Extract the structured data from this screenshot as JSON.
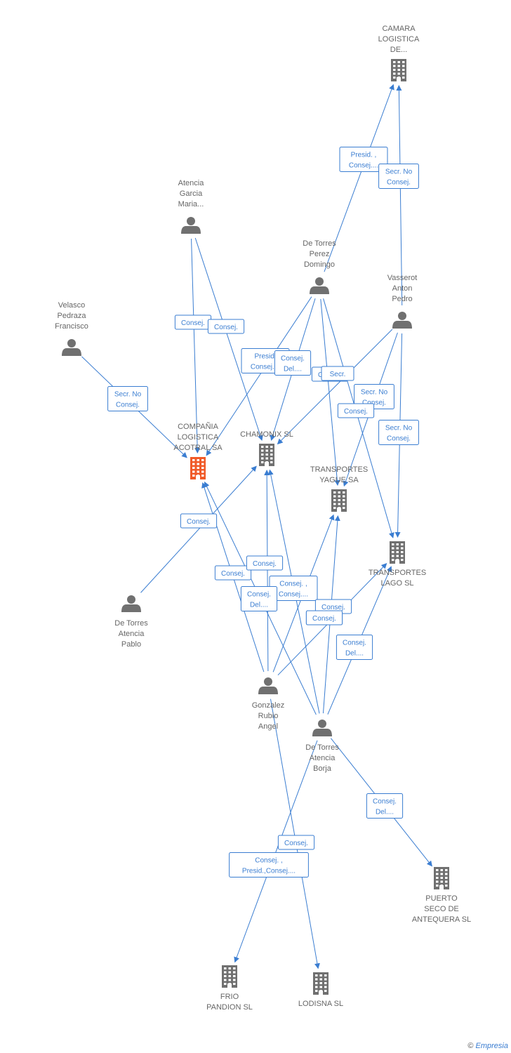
{
  "colors": {
    "edge": "#3a7dd1",
    "node": "#707070",
    "highlight": "#f05a28",
    "label": "#666666"
  },
  "nodes": [
    {
      "id": "camara",
      "type": "company",
      "label": [
        "CAMARA",
        "LOGISTICA",
        "DE..."
      ]
    },
    {
      "id": "atencia_garcia",
      "type": "person",
      "label": [
        "Atencia",
        "Garcia",
        "Maria..."
      ]
    },
    {
      "id": "de_torres_perez",
      "type": "person",
      "label": [
        "De Torres",
        "Perez",
        "Domingo"
      ]
    },
    {
      "id": "vasserot",
      "type": "person",
      "label": [
        "Vasserot",
        "Anton",
        "Pedro"
      ]
    },
    {
      "id": "velasco",
      "type": "person",
      "label": [
        "Velasco",
        "Pedraza",
        "Francisco"
      ]
    },
    {
      "id": "acotral",
      "type": "company",
      "highlight": true,
      "label": [
        "COMPAÑIA",
        "LOGISTICA",
        "ACOTRAL SA"
      ]
    },
    {
      "id": "chamonix",
      "type": "company",
      "label": [
        "CHAMONIX SL"
      ]
    },
    {
      "id": "yague",
      "type": "company",
      "label": [
        "TRANSPORTES",
        "YAGUE SA"
      ]
    },
    {
      "id": "lago",
      "type": "company",
      "label": [
        "TRANSPORTES",
        "LAGO SL"
      ]
    },
    {
      "id": "de_torres_pablo",
      "type": "person",
      "label": [
        "De Torres",
        "Atencia",
        "Pablo"
      ]
    },
    {
      "id": "gonzalez",
      "type": "person",
      "label": [
        "Gonzalez",
        "Rubio",
        "Angel"
      ]
    },
    {
      "id": "de_torres_borja",
      "type": "person",
      "label": [
        "De Torres",
        "Atencia",
        "Borja"
      ]
    },
    {
      "id": "puerto",
      "type": "company",
      "label": [
        "PUERTO",
        "SECO DE",
        "ANTEQUERA SL"
      ]
    },
    {
      "id": "frio",
      "type": "company",
      "label": [
        "FRIO",
        "PANDION SL"
      ]
    },
    {
      "id": "lodisna",
      "type": "company",
      "label": [
        "LODISNA SL"
      ]
    }
  ],
  "edges": [
    {
      "from": "de_torres_perez",
      "to": "camara",
      "label": [
        "Presid. ,",
        "Consej...."
      ]
    },
    {
      "from": "vasserot",
      "to": "camara",
      "label": [
        "Secr. No",
        "Consej."
      ]
    },
    {
      "from": "atencia_garcia",
      "to": "acotral",
      "label": [
        "Consej."
      ]
    },
    {
      "from": "atencia_garcia",
      "to": "chamonix",
      "label": [
        "Consej."
      ]
    },
    {
      "from": "velasco",
      "to": "acotral",
      "label": [
        "Secr. No",
        "Consej."
      ]
    },
    {
      "from": "de_torres_perez",
      "to": "acotral",
      "label": [
        "Presid.",
        "Consej...."
      ]
    },
    {
      "from": "de_torres_perez",
      "to": "chamonix",
      "label": [
        "Consej.",
        "Del...."
      ]
    },
    {
      "from": "de_torres_perez",
      "to": "yague",
      "label": [
        "Consej."
      ]
    },
    {
      "from": "de_torres_perez",
      "to": "lago",
      "label": [
        "Secr."
      ]
    },
    {
      "from": "vasserot",
      "to": "chamonix",
      "label": [
        "Secr. No",
        "Consej."
      ]
    },
    {
      "from": "vasserot",
      "to": "yague",
      "label": [
        "Consej."
      ]
    },
    {
      "from": "vasserot",
      "to": "lago",
      "label": [
        "Secr. No",
        "Consej."
      ]
    },
    {
      "from": "de_torres_pablo",
      "to": "chamonix",
      "label": [
        "Consej."
      ]
    },
    {
      "from": "gonzalez",
      "to": "acotral",
      "label": [
        "Consej."
      ]
    },
    {
      "from": "gonzalez",
      "to": "chamonix",
      "label": [
        "Consej."
      ]
    },
    {
      "from": "gonzalez",
      "to": "yague",
      "label": [
        "Consej. ,",
        "Consej...."
      ]
    },
    {
      "from": "gonzalez",
      "to": "lago",
      "label": [
        "Consej."
      ]
    },
    {
      "from": "de_torres_borja",
      "to": "acotral",
      "label": [
        "Consej.",
        "Del...."
      ]
    },
    {
      "from": "de_torres_borja",
      "to": "chamonix",
      "label": [
        "Consej."
      ]
    },
    {
      "from": "de_torres_borja",
      "to": "yague",
      "label": [
        "Consej."
      ]
    },
    {
      "from": "de_torres_borja",
      "to": "lago",
      "label": [
        "Consej.",
        "Del...."
      ]
    },
    {
      "from": "de_torres_borja",
      "to": "puerto",
      "label": [
        "Consej.",
        "Del...."
      ]
    },
    {
      "from": "de_torres_borja",
      "to": "frio",
      "label": [
        "Consej. ,",
        "Presid.,Consej...."
      ]
    },
    {
      "from": "gonzalez",
      "to": "lodisna",
      "label": [
        "Consej."
      ]
    }
  ],
  "brand": {
    "copyright": "©",
    "name": "Empresia"
  }
}
